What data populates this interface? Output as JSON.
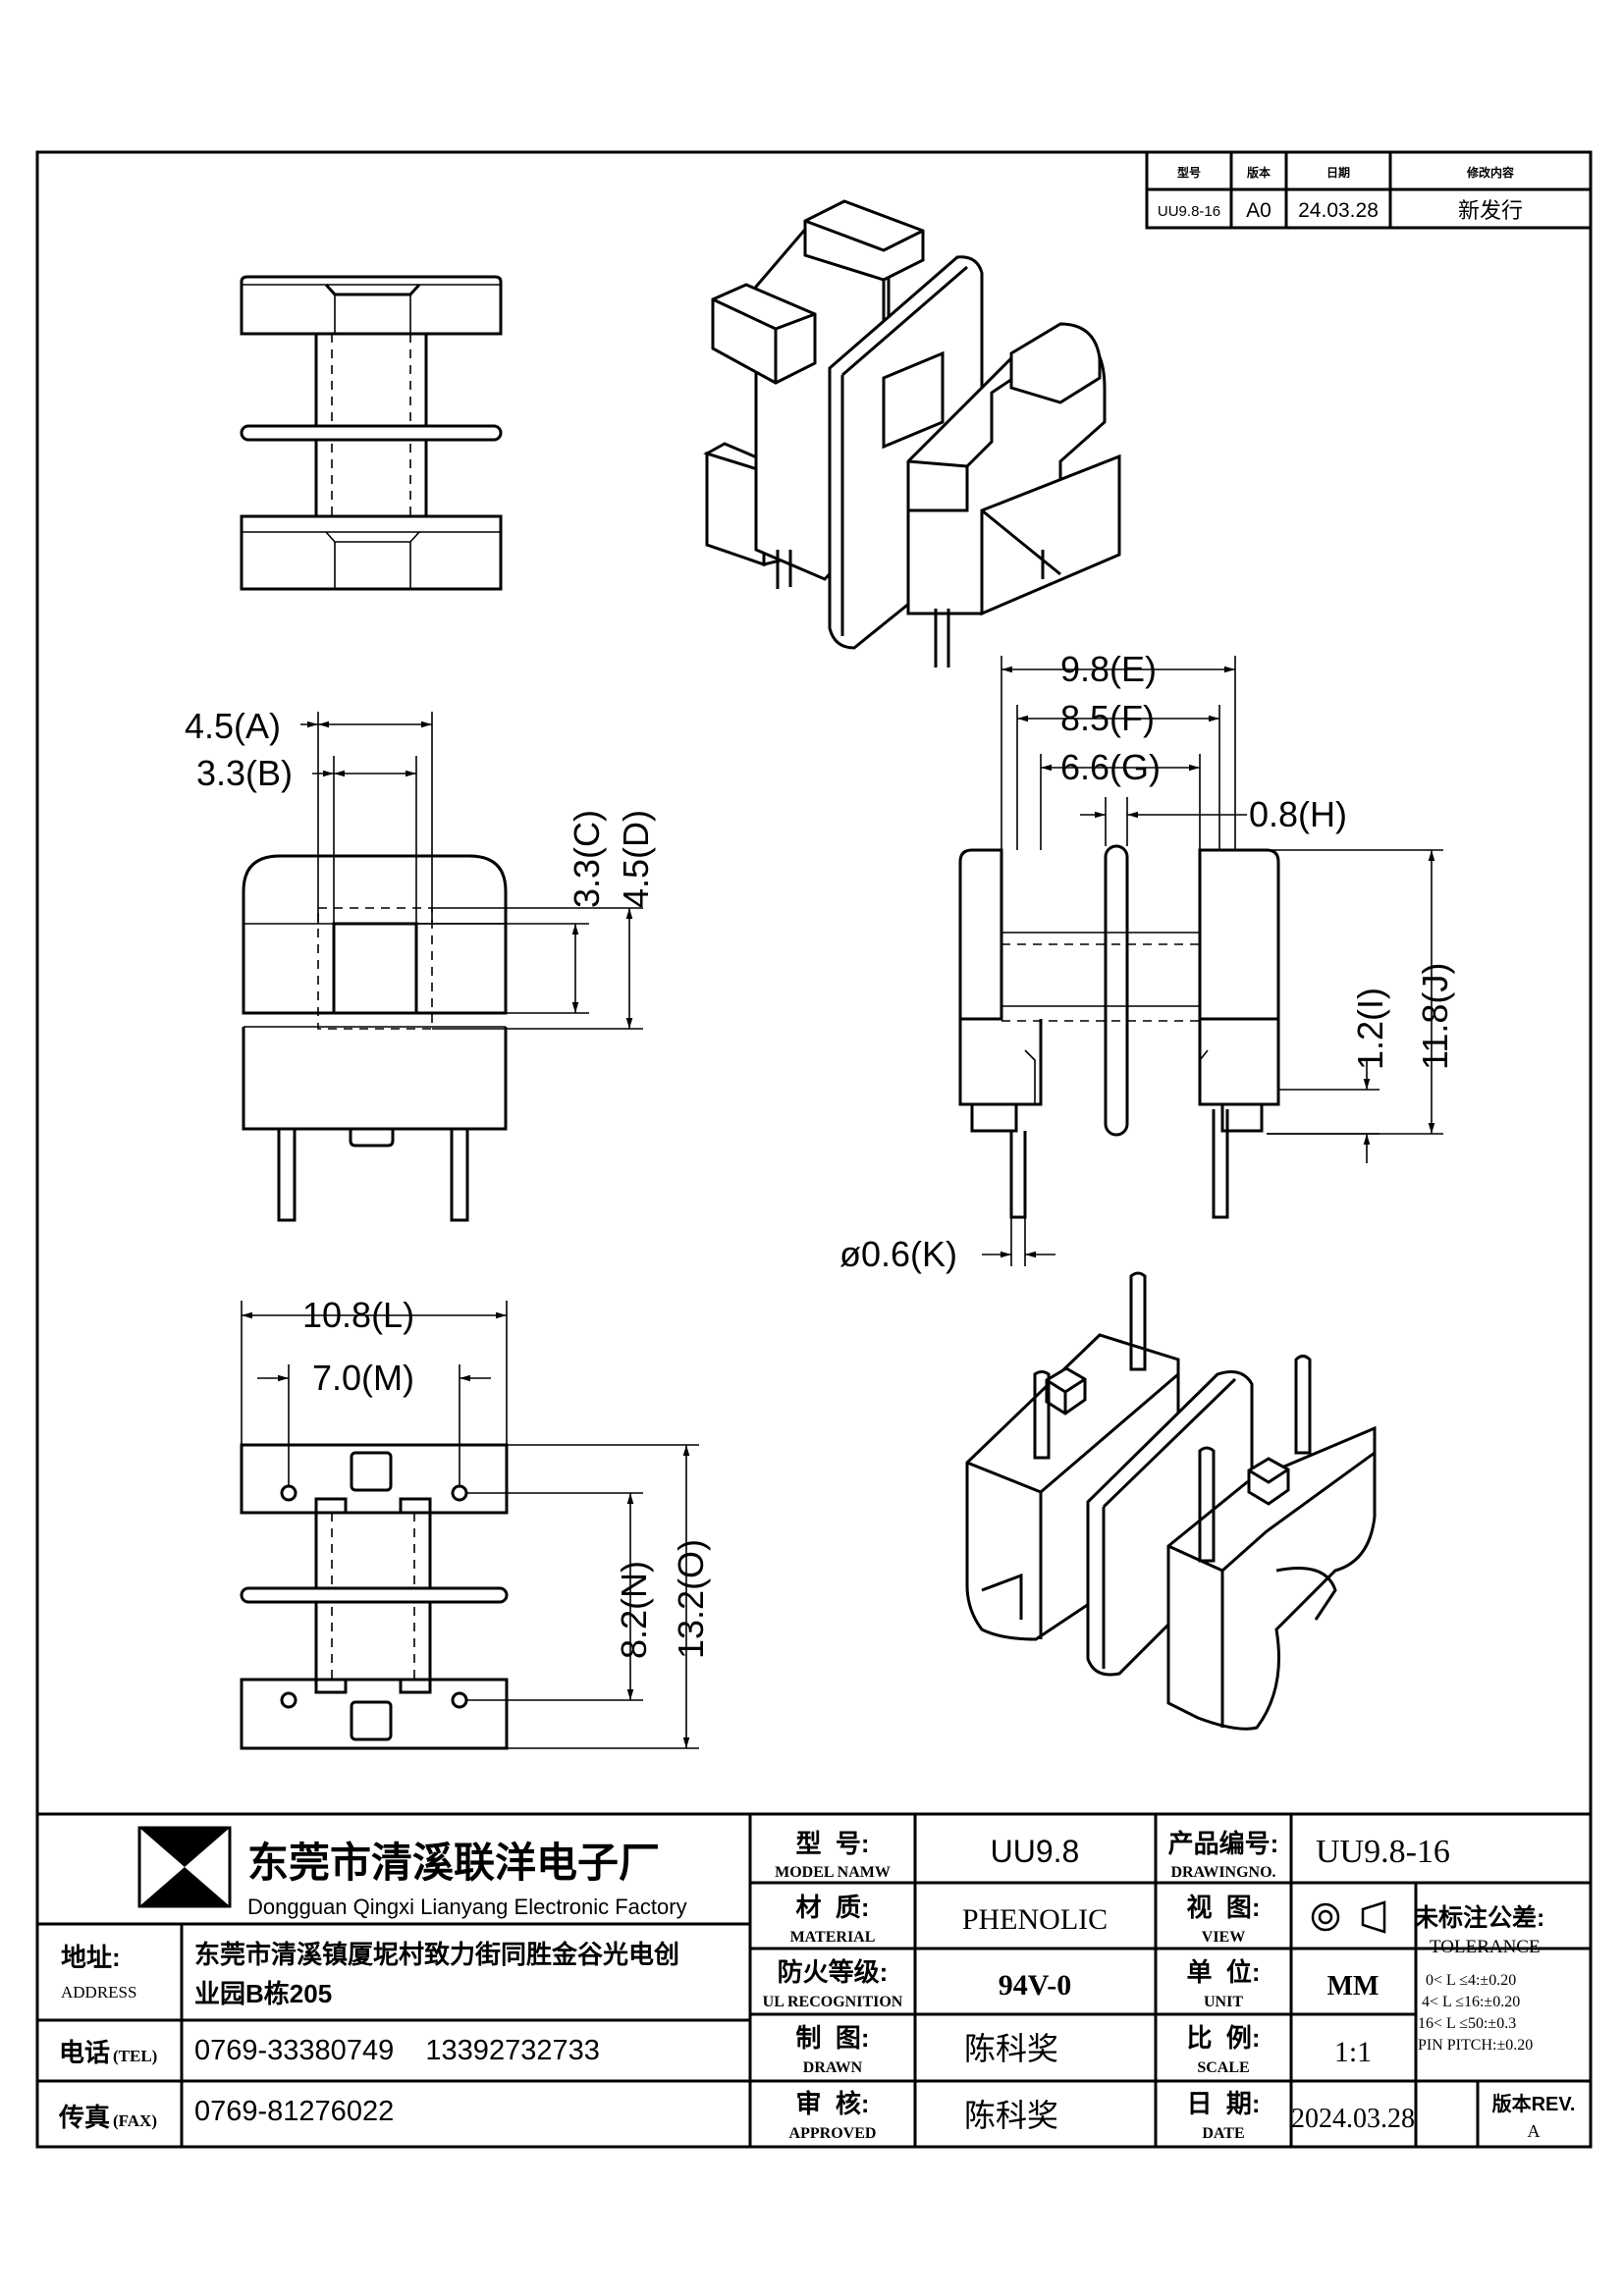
{
  "revision_table": {
    "headers": [
      "型号",
      "版本",
      "日期",
      "修改内容"
    ],
    "row": {
      "model": "UU9.8-16",
      "version": "A0",
      "date": "24.03.28",
      "content": "新发行"
    }
  },
  "dimensions": {
    "A": "4.5(A)",
    "B": "3.3(B)",
    "C": "3.3(C)",
    "D": "4.5(D)",
    "E": "9.8(E)",
    "F": "8.5(F)",
    "G": "6.6(G)",
    "H": "0.8(H)",
    "I": "1.2(I)",
    "J": "11.8(J)",
    "K": "ø0.6(K)",
    "L": "10.8(L)",
    "M": "7.0(M)",
    "N": "8.2(N)",
    "O": "13.2(O)"
  },
  "company": {
    "name_cn": "东莞市清溪联洋电子厂",
    "name_en": "Dongguan Qingxi Lianyang Electronic Factory",
    "address_label": "地址:",
    "address_label_en": "ADDRESS",
    "address_line1": "东莞市清溪镇厦坭村致力街同胜金谷光电创",
    "address_line2": "业园B栋205",
    "tel_label": "电话",
    "tel_label_en": "(TEL)",
    "tel": "0769-33380749    13392732733",
    "fax_label": "传真",
    "fax_label_en": "(FAX)",
    "fax": "0769-81276022"
  },
  "title_block": {
    "model_label": "型  号:",
    "model_label_en": "MODEL NAMW",
    "model_value": "UU9.8",
    "material_label": "材  质:",
    "material_label_en": "MATERIAL",
    "material_value": "PHENOLIC",
    "fire_label": "防火等级:",
    "fire_label_en": "UL RECOGNITION",
    "fire_value": "94V-0",
    "drawn_label": "制  图:",
    "drawn_label_en": "DRAWN",
    "drawn_value": "陈科奖",
    "approved_label": "审  核:",
    "approved_label_en": "APPROVED",
    "approved_value": "陈科奖",
    "drawing_no_label": "产品编号:",
    "drawing_no_label_en": "DRAWINGNO.",
    "drawing_no_value": "UU9.8-16",
    "view_label": "视  图:",
    "view_label_en": "VIEW",
    "unit_label": "单  位:",
    "unit_label_en": "UNIT",
    "unit_value": "MM",
    "scale_label": "比  例:",
    "scale_label_en": "SCALE",
    "scale_value": "1:1",
    "date_label": "日  期:",
    "date_label_en": "DATE",
    "date_value": "2024.03.28",
    "tolerance_title": "未标注公差:",
    "tolerance_title_en": "TOLERANCE",
    "tolerance_lines": [
      "0< L ≤4:±0.20",
      "4< L ≤16:±0.20",
      "16< L ≤50:±0.3",
      "PIN PITCH:±0.20"
    ],
    "rev_label": "版本REV.",
    "rev_value": "A"
  }
}
